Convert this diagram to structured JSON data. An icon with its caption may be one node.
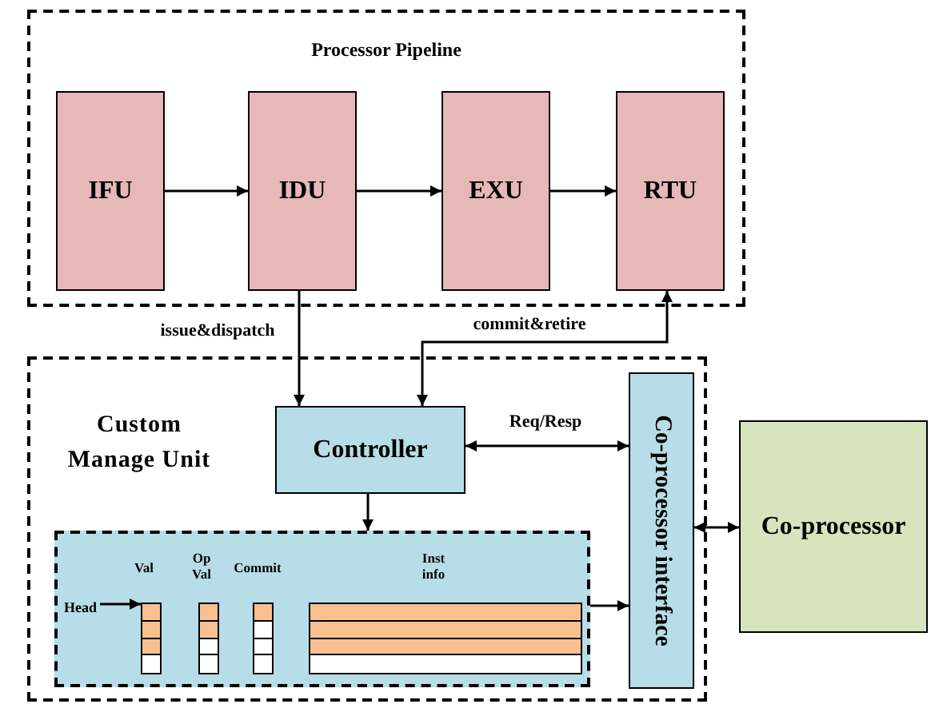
{
  "diagram": {
    "nodes": [
      {
        "text": [
          "Processor Pipeline"
        ]
      },
      {
        "text": [
          "IFU"
        ],
        "in": 0
      },
      {
        "text": [
          "IDU"
        ],
        "in": 0
      },
      {
        "text": [
          "EXU"
        ],
        "in": 0
      },
      {
        "text": [
          "RTU"
        ],
        "in": 0
      },
      {
        "text": [
          "Custom Manage Unit"
        ]
      },
      {
        "text": [
          "Controller"
        ],
        "in": 5
      },
      {
        "text": [],
        "shape": "box",
        "in": 5
      },
      {
        "text": [
          "Head"
        ],
        "in": 7
      },
      {
        "text": [],
        "shape": "bar",
        "in": 7
      },
      {
        "text": [],
        "shape": "bar",
        "in": 7
      },
      {
        "text": [],
        "shape": "bar",
        "in": 7
      },
      {
        "text": [],
        "shape": "bar",
        "in": 7
      },
      {
        "text": [
          "Co-processor interface"
        ],
        "in": 5
      },
      {
        "text": [
          "Co-processor"
        ]
      }
    ],
    "edges": [
      {
        "from": 1,
        "to": 2,
        "arrow": "to"
      },
      {
        "from": 2,
        "to": 3,
        "arrow": "to"
      },
      {
        "from": 3,
        "to": 4,
        "arrow": "to"
      },
      {
        "from": 2,
        "to": 6,
        "arrow": "to",
        "label": "issue&dispatch"
      },
      {
        "from": 6,
        "to": 4,
        "arrow": "both",
        "label": "commit&retire"
      },
      {
        "from": 6,
        "to": 13,
        "arrow": "both",
        "label": "Req/Resp"
      },
      {
        "from": 6,
        "to": 7,
        "arrow": "to"
      },
      {
        "from": 7,
        "to": 13,
        "arrow": "to"
      },
      {
        "from": 13,
        "to": 14,
        "arrow": "both"
      },
      {
        "from": 8,
        "to": 9,
        "arrow": "to"
      }
    ],
    "labels": [
      "Val",
      "Op Val",
      "Commit",
      "Inst info"
    ]
  }
}
